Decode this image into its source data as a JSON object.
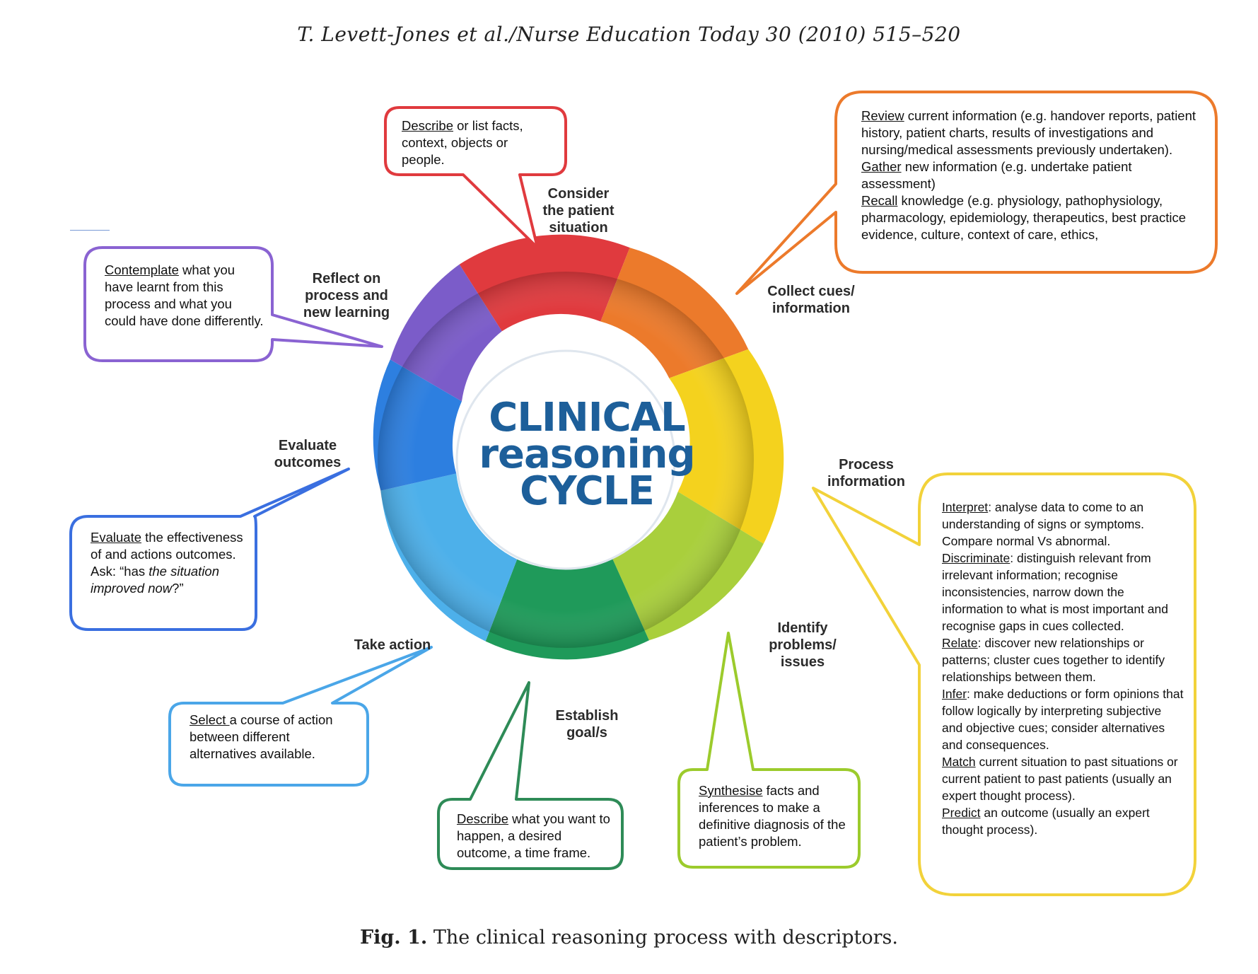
{
  "header": {
    "running_title": "T. Levett-Jones et al./Nurse Education Today 30 (2010) 515–520"
  },
  "center": {
    "line1": "CLINICAL",
    "line2": "reasoning",
    "line3": "CYCLE"
  },
  "stages": {
    "consider": "Consider\nthe patient\nsituation",
    "collect": "Collect cues/\ninformation",
    "process": "Process\ninformation",
    "identify": "Identify\nproblems/\nissues",
    "establish": "Establish\ngoal/s",
    "take_action": "Take action",
    "evaluate": "Evaluate\noutcomes",
    "reflect": "Reflect on\nprocess and\nnew learning"
  },
  "callouts": {
    "describe_facts": {
      "lead": "Describe",
      "text": " or list facts, context, objects or people."
    },
    "collect": {
      "review_lead": "Review",
      "review_text": " current information (e.g. handover reports, patient history, patient charts, results of investigations and nursing/medical assessments previously undertaken).",
      "gather_lead": "Gather",
      "gather_text": " new information (e.g. undertake patient assessment)",
      "recall_lead": "Recall",
      "recall_text": " knowledge (e.g. physiology, pathophysiology, pharmacology, epidemiology, therapeutics, best practice evidence, culture, context of care, ethics,"
    },
    "process": {
      "interpret_lead": "Interpret",
      "interpret_text": ": analyse data to come to an understanding of signs or symptoms. Compare normal Vs abnormal.",
      "discriminate_lead": "Discriminate",
      "discriminate_text": ": distinguish relevant from irrelevant information; recognise inconsistencies, narrow down the information to what is most important and recognise gaps in cues collected.",
      "relate_lead": "Relate",
      "relate_text": ": discover new relationships or patterns; cluster cues together to identify relationships between them.",
      "infer_lead": "Infer",
      "infer_text": ": make deductions or form opinions that follow logically by interpreting subjective and objective cues; consider alternatives and consequences.",
      "match_lead": "Match",
      "match_text": " current situation to past situations or current patient to past patients (usually an expert thought process).",
      "predict_lead": "Predict",
      "predict_text": " an outcome (usually an expert thought process)."
    },
    "synthesise": {
      "lead": "Synthesise",
      "text": " facts and inferences to make a definitive diagnosis of the patient’s problem."
    },
    "describe_goal": {
      "lead": "Describe",
      "text": " what you want to happen, a desired outcome, a time frame."
    },
    "select": {
      "lead": "Select ",
      "text": "a course of action between different alternatives available."
    },
    "evaluate": {
      "lead": "Evaluate",
      "text1": " the effectiveness of and actions outcomes. Ask: “has ",
      "italic": "the situation improved now",
      "text2": "?”"
    },
    "contemplate": {
      "lead": "Contemplate",
      "text": " what you have learnt from this process and what you could have done differently."
    }
  },
  "caption": {
    "label": "Fig. 1.",
    "text": " The clinical reasoning process with descriptors."
  },
  "colors": {
    "red": "#e03a3e",
    "orange": "#ec7a2b",
    "yellow": "#f2d23a",
    "lightgreen": "#9ccb2c",
    "green": "#2e8b57",
    "lightblue": "#4aa6e8",
    "blue": "#3a6fe0",
    "purple": "#8a63d2"
  }
}
